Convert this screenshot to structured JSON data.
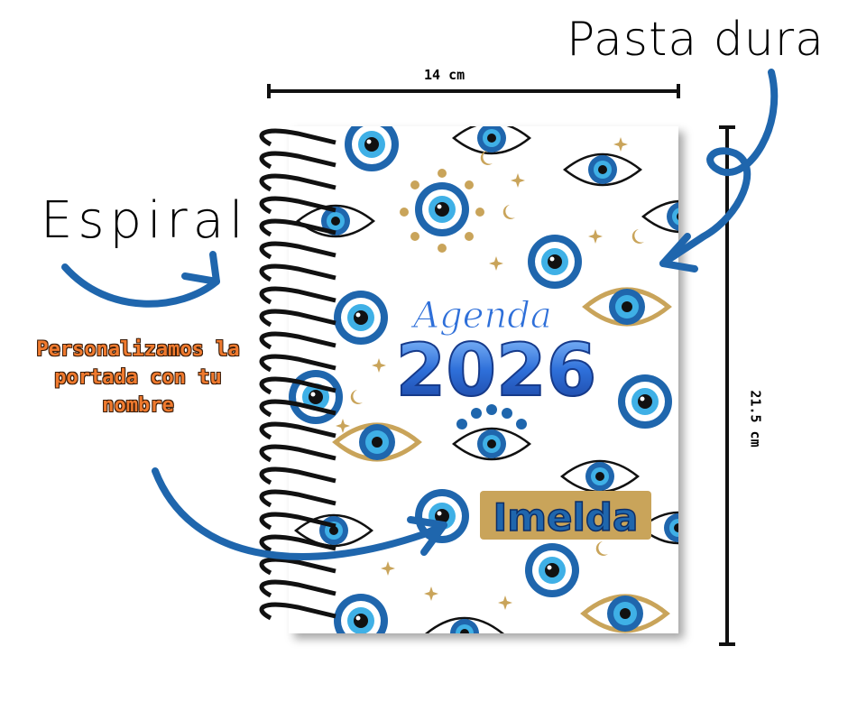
{
  "labels": {
    "hard_cover": "Pasta dura",
    "spiral": "Espiral",
    "personalize": "Personalizamos la portada con tu nombre",
    "width": "14 cm",
    "height": "21.5 cm"
  },
  "cover": {
    "agenda_word": "Agenda",
    "year": "2026",
    "name": "Imelda"
  },
  "colors": {
    "accent_blue": "#1f66ad",
    "light_blue": "#3fb0e6",
    "gold": "#c9a45a",
    "orange": "#f07a2e",
    "year_blue": "#2e6fd9"
  },
  "icons": [
    "evil-eye-icon",
    "star-icon",
    "moon-icon",
    "arrow-icon"
  ]
}
